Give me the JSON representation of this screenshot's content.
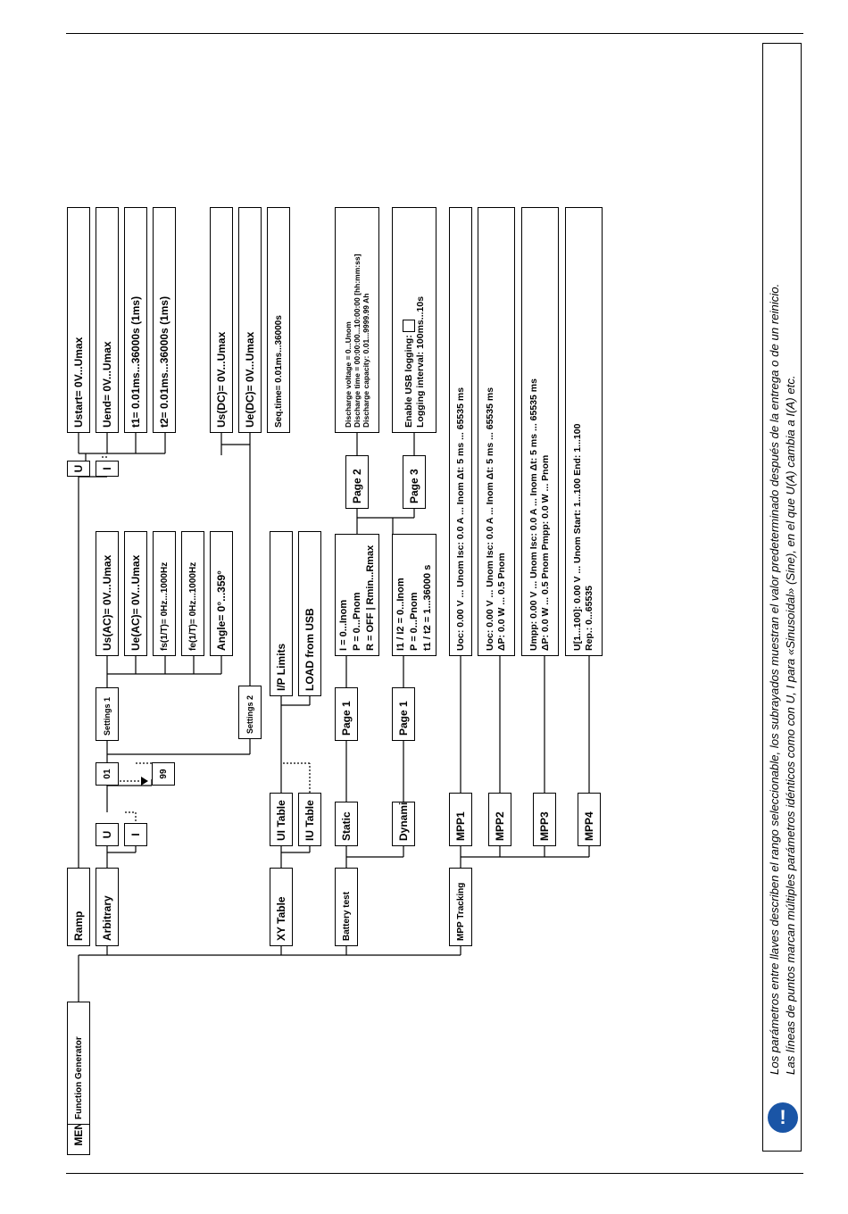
{
  "diagram": {
    "nodes": {
      "menu": "MENU",
      "function_generator": "Function Generator",
      "ramp": "Ramp",
      "ramp_u": "U",
      "ramp_i": "I",
      "ramp_ustart": "Ustart= 0V...Umax",
      "ramp_uend": "Uend= 0V...Umax",
      "ramp_t1": "t1= 0.01ms...36000s (1ms)",
      "ramp_t2": "t2= 0.01ms...36000s (1ms)",
      "arbitrary": "Arbitrary",
      "arb_u": "U",
      "arb_i": "I",
      "seq_01": "01",
      "seq_99": "99",
      "settings1": "Settings 1",
      "settings2": "Settings 2",
      "s1_usac": "Us(AC)= 0V...Umax",
      "s1_ueac": "Ue(AC)= 0V...Umax",
      "s1_fs": "fs(1/T)= 0Hz...1000Hz",
      "s1_fe": "fe(1/T)= 0Hz...1000Hz",
      "s1_angle": "Angle= 0°...359°",
      "s2_usdc": "Us(DC)= 0V...Umax",
      "s2_uedc": "Ue(DC)= 0V...Umax",
      "s2_seqtime": "Seq.time= 0.01ms...36000s",
      "xy_table": "XY Table",
      "ui_table": "UI Table",
      "iu_table": "IU Table",
      "ip_limits": "I/P Limits",
      "load_usb": "LOAD from USB",
      "battery_test": "Battery test",
      "static": "Static",
      "dynamic": "Dynamic",
      "page1_static": "Page 1",
      "page1_dynamic": "Page 1",
      "page2": "Page 2",
      "page3": "Page 3",
      "static_params": [
        "I = 0...Inom",
        "P = 0...Pnom",
        "R = OFF | Rmin...Rmax"
      ],
      "dynamic_params": [
        "I1 / I2 = 0...Inom",
        "P = 0...Pnom",
        "t1 / t2 = 1...36000 s"
      ],
      "page2_params": [
        "Discharge voltage = 0...Unom",
        "Discharge time = 00:00:00...10:00:00 [hh:mm:ss]",
        "Discharge capacity: 0.01...9999.99 Ah"
      ],
      "page3_params": [
        "Enable USB logging:",
        "Logging interval: 100ms...10s"
      ],
      "mpp_tracking": "MPP Tracking",
      "mpp1": "MPP1",
      "mpp2": "MPP2",
      "mpp3": "MPP3",
      "mpp4": "MPP4",
      "mpp1_params": [
        "Uoc: 0.00 V ... Unom      Isc: 0.0 A ... Inom      Δt: 5 ms ... 65535 ms"
      ],
      "mpp2_params": [
        "Uoc: 0.00 V ... Unom      Isc: 0.0 A ... Inom      Δt: 5 ms ... 65535 ms",
        "ΔP: 0.0 W ... 0.5 Pnom"
      ],
      "mpp3_params": [
        "Umpp: 0.00 V ... Unom      Isc: 0.0 A ... Inom      Δt: 5 ms ... 65535 ms",
        "ΔP: 0.0 W ... 0.5 Pnom      Pmpp: 0.0 W ... Pnom"
      ],
      "mpp4_params": [
        "U[1...100]: 0.00 V ... Unom      Start: 1...100      End: 1...100",
        "Rep.: 0...65535"
      ]
    }
  },
  "note": {
    "icon": "info-icon",
    "icon_color": "#1a55a6",
    "lines": [
      "Los parámetros entre llaves describen el rango seleccionable, los subrayados muestran el valor predeterminado después de la entrega o de un reinicio.",
      "Las líneas de puntos marcan múltiples parámetros idénticos como con U, I para «Sinusoidal» (Sine), en el que U(A) cambia a I(A) etc."
    ]
  }
}
